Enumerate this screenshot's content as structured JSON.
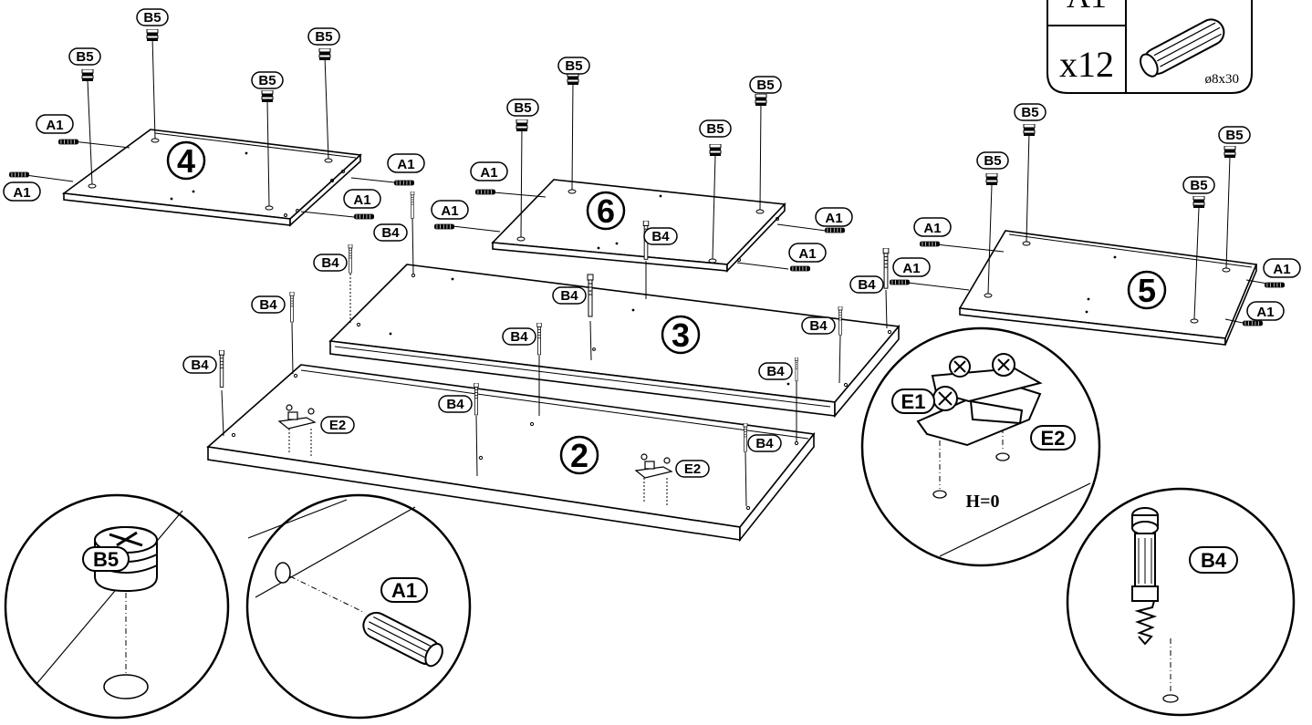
{
  "parts_box": {
    "code": "A1",
    "quantity": "x12",
    "dimension": "ø8x30"
  },
  "panels": {
    "p4": "4",
    "p6": "6",
    "p5": "5",
    "p3": "3",
    "p2": "2"
  },
  "labels": {
    "a1": "A1",
    "b4": "B4",
    "b5": "B5",
    "e1": "E1",
    "e2": "E2"
  },
  "detail_hinge": {
    "height_note": "H=0"
  },
  "colors": {
    "line": "#000000",
    "background": "#ffffff"
  }
}
